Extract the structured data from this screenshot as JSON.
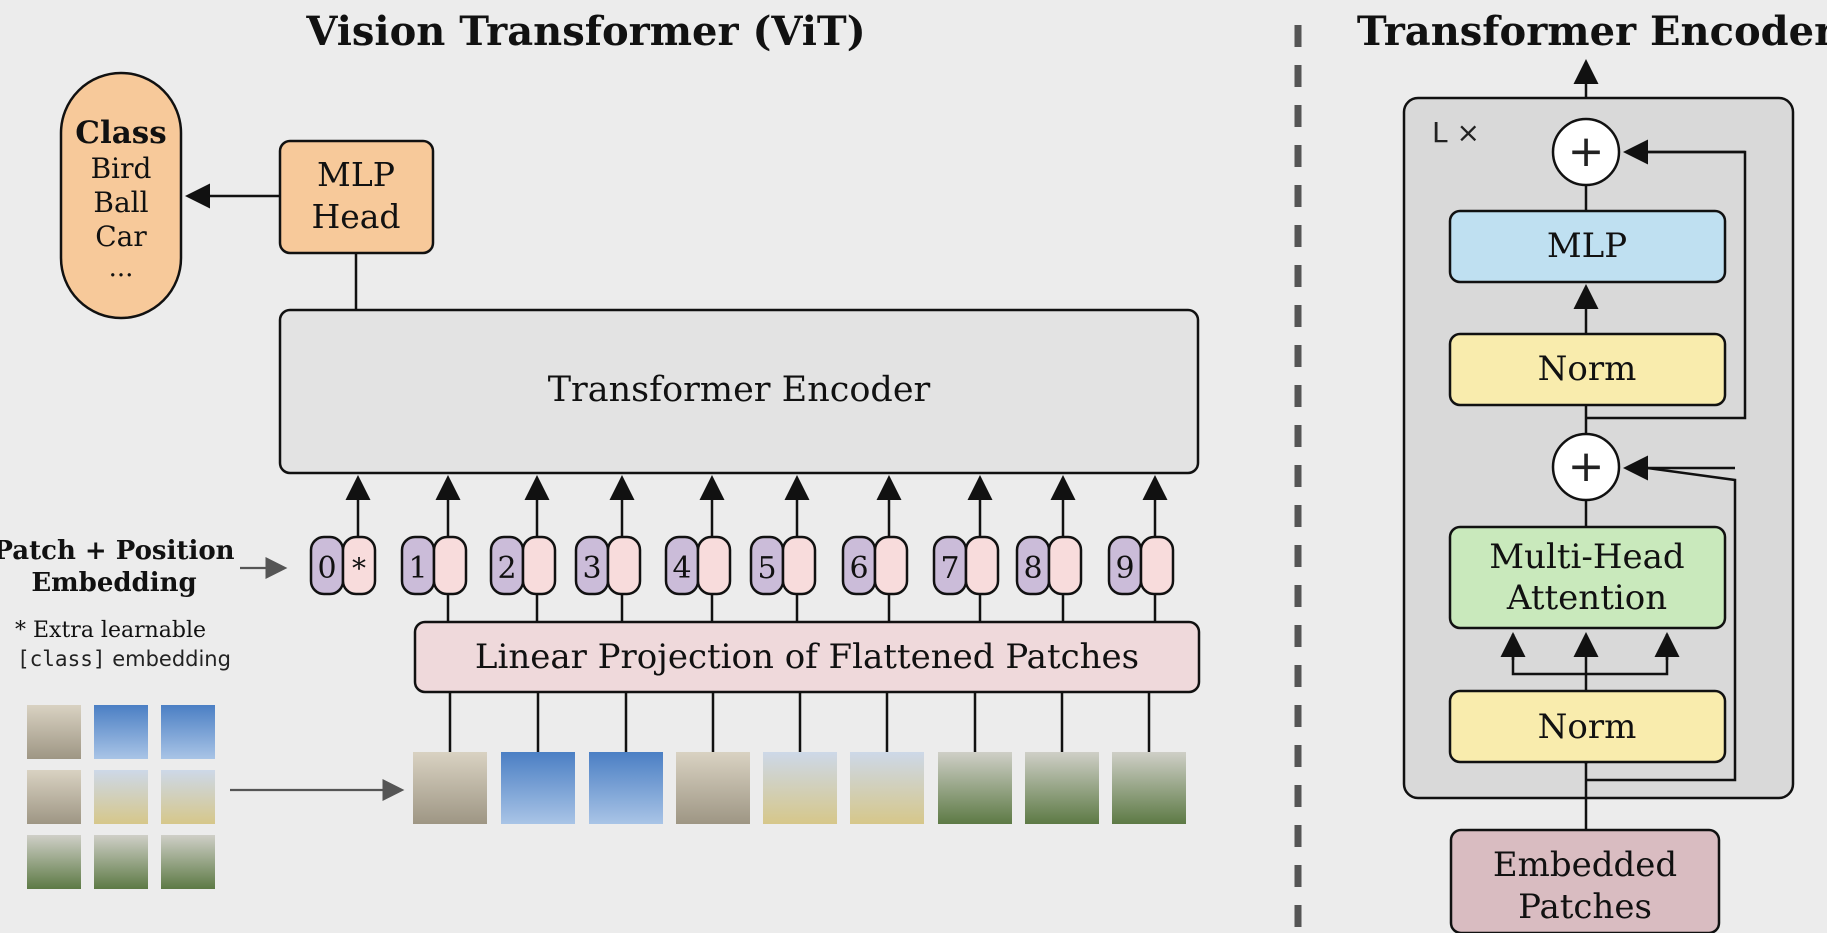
{
  "titles": {
    "left": "Vision Transformer (ViT)",
    "right": "Transformer Encoder"
  },
  "class_output": {
    "heading": "Class",
    "items": [
      "Bird",
      "Ball",
      "Car",
      "..."
    ]
  },
  "mlp_head": {
    "line1": "MLP",
    "line2": "Head"
  },
  "transformer_encoder_label": "Transformer Encoder",
  "patch_position": {
    "line1": "Patch + Position",
    "line2": "Embedding"
  },
  "extra_note": {
    "line1": "* Extra learnable",
    "line2_code": "[class]",
    "line2_rest": " embedding"
  },
  "class_token": {
    "position": "0",
    "marker": "*"
  },
  "position_numbers": [
    "1",
    "2",
    "3",
    "4",
    "5",
    "6",
    "7",
    "8",
    "9"
  ],
  "linear_projection_label": "Linear Projection of Flattened Patches",
  "encoder_block": {
    "repeat_label": "L ×",
    "plus_symbol": "+",
    "mlp": "MLP",
    "norm_top": "Norm",
    "mha_line1": "Multi-Head",
    "mha_line2": "Attention",
    "norm_bottom": "Norm",
    "embedded_line1": "Embedded",
    "embedded_line2": "Patches"
  },
  "colors": {
    "background": "#ececec",
    "class_box": "#f7c99a",
    "mlp_head": "#f7c99a",
    "encoder_box": "#e3e3e3",
    "position_token": "#cbbcd9",
    "patch_token": "#f8dcdc",
    "linear_projection": "#efd9db",
    "mlp_block": "#bfe0f1",
    "norm_block": "#f9ecad",
    "mha_block": "#c9e9bc",
    "embedded_patches": "#d9bcc1",
    "outer_block": "#d9d9d9"
  }
}
